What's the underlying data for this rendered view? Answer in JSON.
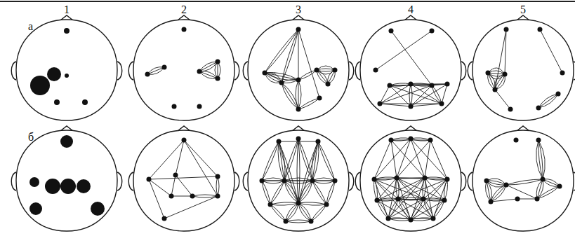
{
  "diagram": {
    "labels": [
      "1",
      "2",
      "3",
      "4",
      "5",
      "а",
      "б"
    ]
  }
}
